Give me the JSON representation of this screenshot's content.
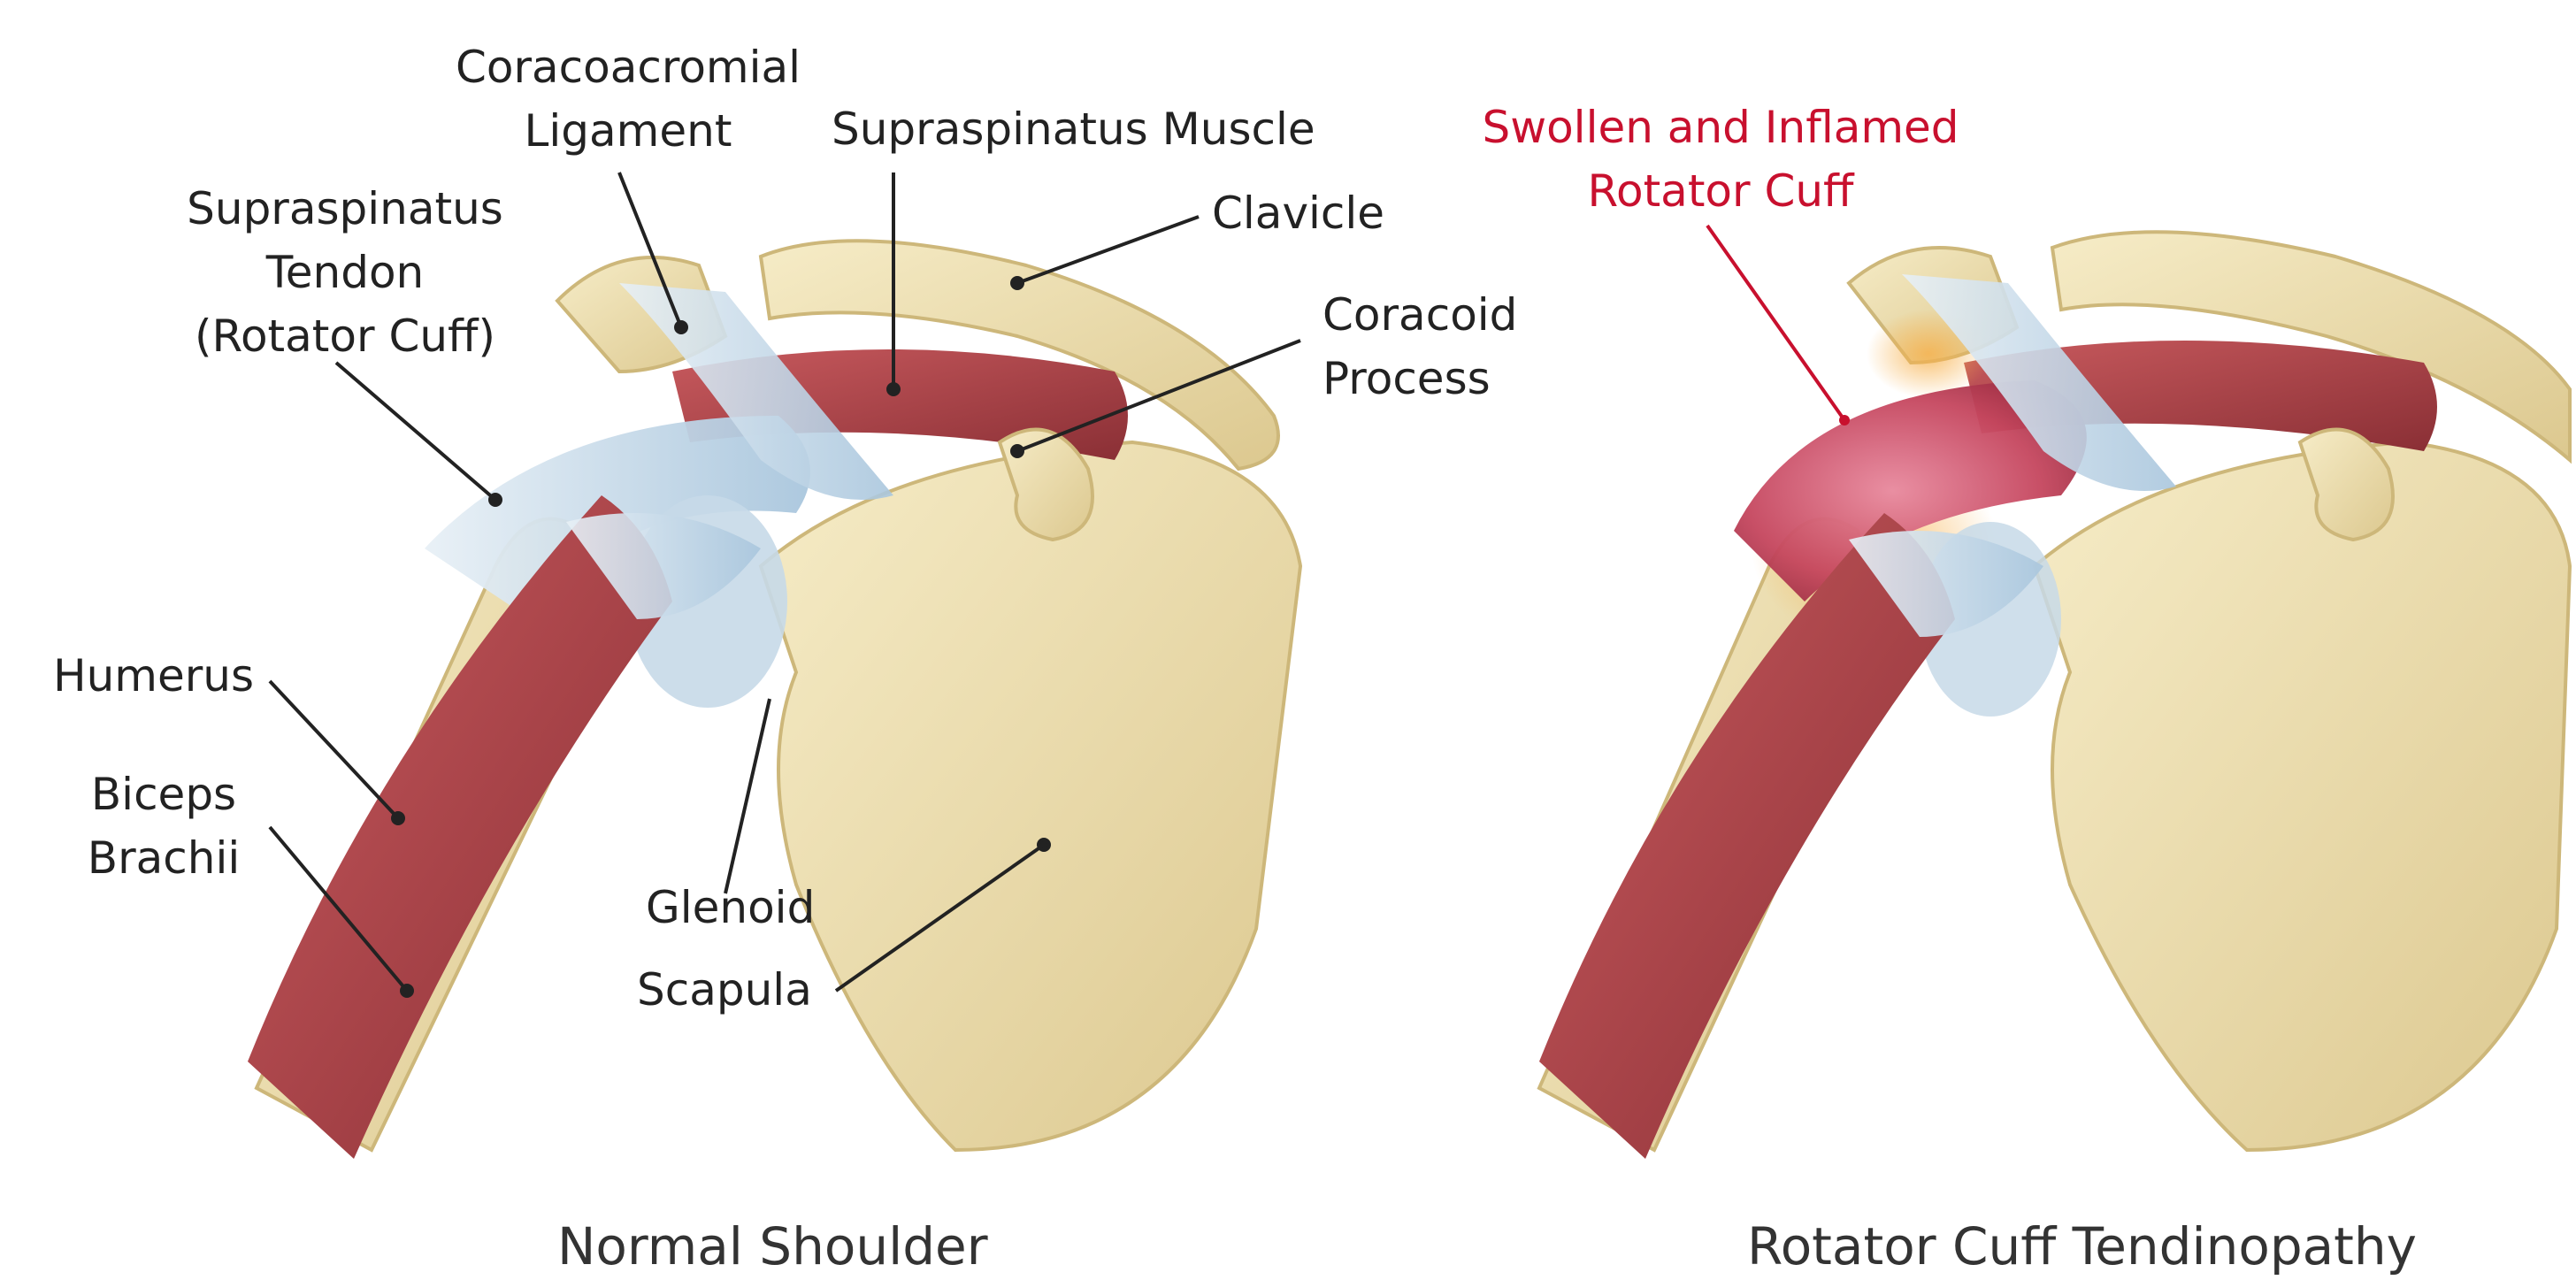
{
  "colors": {
    "bone": "#efe3b6",
    "bone_shadow": "#d8c48a",
    "muscle": "#b2454a",
    "muscle_dark": "#7f2a2f",
    "tendon": "#c8dbea",
    "inflamed": "#d65a70",
    "inflamed_glow": "#f1a340",
    "leader": "#222222",
    "alert_text": "#c8102e"
  },
  "normal": {
    "caption": "Normal Shoulder",
    "labels": {
      "coracoacromial_1": "Coracoacromial",
      "coracoacromial_2": "Ligament",
      "supraspinatus_muscle": "Supraspinatus Muscle",
      "supraspinatus_tendon_1": "Supraspinatus",
      "supraspinatus_tendon_2": "Tendon",
      "supraspinatus_tendon_3": "(Rotator Cuff)",
      "clavicle": "Clavicle",
      "coracoid_1": "Coracoid",
      "coracoid_2": "Process",
      "humerus": "Humerus",
      "biceps_1": "Biceps",
      "biceps_2": "Brachii",
      "glenoid": "Glenoid",
      "scapula": "Scapula"
    }
  },
  "tendinopathy": {
    "caption": "Rotator Cuff Tendinopathy",
    "labels": {
      "inflamed_1": "Swollen and Inflamed",
      "inflamed_2": "Rotator Cuff"
    }
  }
}
